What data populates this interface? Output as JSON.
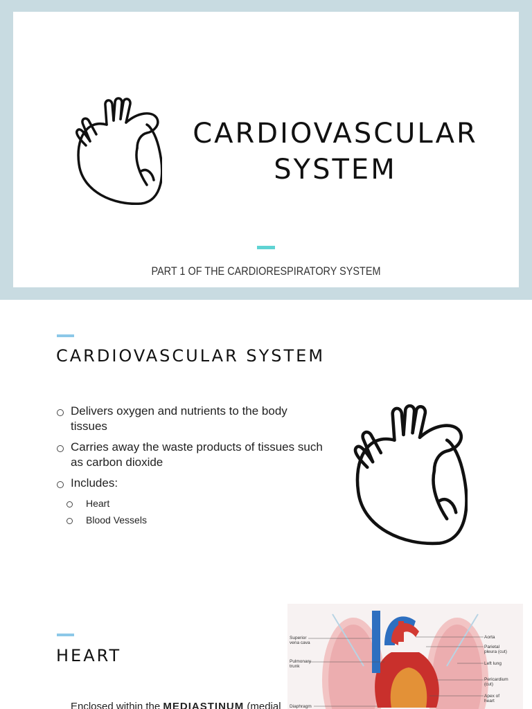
{
  "slide1": {
    "title_line1": "Cardiovascular",
    "title_line2": "System",
    "subtitle": "PART 1 OF THE CARDIORESPIRATORY SYSTEM"
  },
  "slide2": {
    "title": "Cardiovascular System",
    "bullets": [
      "Delivers oxygen and nutrients to the body tissues",
      "Carries away the waste products of tissues such as carbon dioxide",
      "Includes:"
    ],
    "sub_bullets": [
      "Heart",
      "Blood Vessels"
    ]
  },
  "slide3": {
    "title": "Heart",
    "body_prefix": "Enclosed within the ",
    "body_bold": "MEDIASTINUM",
    "body_suffix": " (medial",
    "diagram_labels": {
      "superior_vena_cava": "Superior vena cava",
      "pulmonary_trunk": "Pulmonary trunk",
      "diaphragm": "Diaphragm",
      "aorta": "Aorta",
      "parietal_pleura": "Parietal pleura (cut)",
      "left_lung": "Left lung",
      "pericardium": "Pericardium (cut)",
      "apex": "Apex of heart"
    }
  },
  "colors": {
    "frame": "#c8dbe1",
    "accent_teal": "#5fd3d3",
    "accent_blue": "#8cc8e8"
  }
}
